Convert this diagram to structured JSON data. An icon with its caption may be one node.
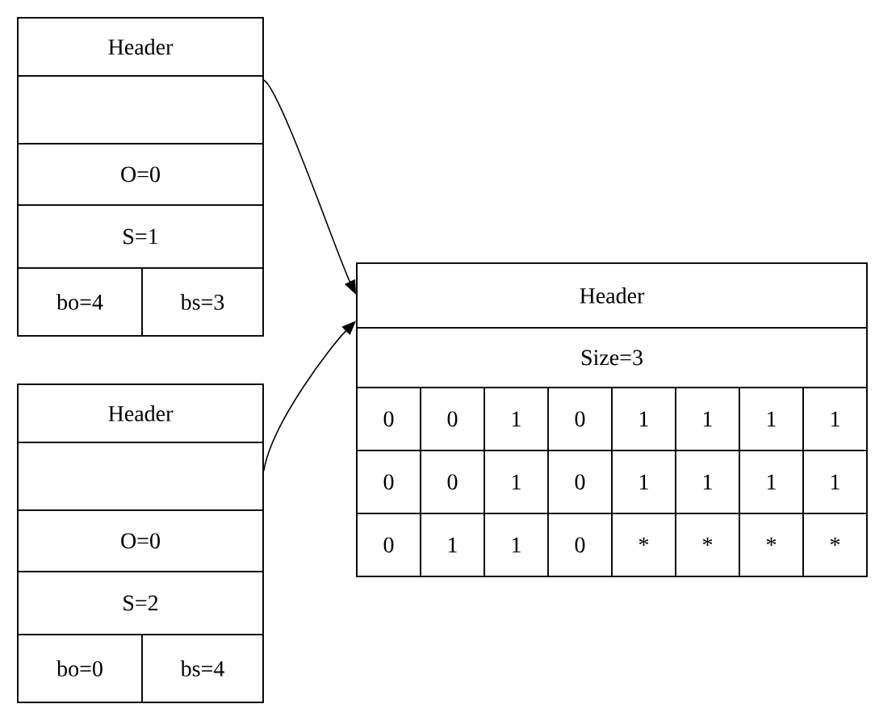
{
  "diagram": {
    "nodes": [
      {
        "text": [],
        "shape": "box"
      },
      {
        "text": [
          "Header"
        ],
        "in": 0
      },
      {
        "text": [],
        "shape": "box",
        "in": 0
      },
      {
        "text": [
          "O=0"
        ],
        "in": 0
      },
      {
        "text": [
          "S=1"
        ],
        "in": 0
      },
      {
        "text": [
          "bo=4"
        ],
        "in": 0
      },
      {
        "text": [
          "bs=3"
        ],
        "in": 0
      },
      {
        "text": [],
        "shape": "box"
      },
      {
        "text": [
          "Header"
        ],
        "in": 7
      },
      {
        "text": [],
        "shape": "box",
        "in": 7
      },
      {
        "text": [
          "O=0"
        ],
        "in": 7
      },
      {
        "text": [
          "S=2"
        ],
        "in": 7
      },
      {
        "text": [
          "bo=0"
        ],
        "in": 7
      },
      {
        "text": [
          "bs=4"
        ],
        "in": 7
      },
      {
        "text": [],
        "shape": "box"
      },
      {
        "text": [
          "Header"
        ],
        "in": 14
      },
      {
        "text": [
          "Size=3"
        ],
        "in": 14
      },
      {
        "text": [
          "0"
        ],
        "in": 14
      },
      {
        "text": [
          "0"
        ],
        "in": 14
      },
      {
        "text": [
          "1"
        ],
        "in": 14
      },
      {
        "text": [
          "0"
        ],
        "in": 14
      },
      {
        "text": [
          "1"
        ],
        "in": 14
      },
      {
        "text": [
          "1"
        ],
        "in": 14
      },
      {
        "text": [
          "1"
        ],
        "in": 14
      },
      {
        "text": [
          "1"
        ],
        "in": 14
      },
      {
        "text": [
          "0"
        ],
        "in": 14
      },
      {
        "text": [
          "0"
        ],
        "in": 14
      },
      {
        "text": [
          "1"
        ],
        "in": 14
      },
      {
        "text": [
          "0"
        ],
        "in": 14
      },
      {
        "text": [
          "1"
        ],
        "in": 14
      },
      {
        "text": [
          "1"
        ],
        "in": 14
      },
      {
        "text": [
          "1"
        ],
        "in": 14
      },
      {
        "text": [
          "1"
        ],
        "in": 14
      },
      {
        "text": [
          "0"
        ],
        "in": 14
      },
      {
        "text": [
          "1"
        ],
        "in": 14
      },
      {
        "text": [
          "1"
        ],
        "in": 14
      },
      {
        "text": [
          "0"
        ],
        "in": 14
      },
      {
        "text": [
          "*"
        ],
        "in": 14
      },
      {
        "text": [
          "*"
        ],
        "in": 14
      },
      {
        "text": [
          "*"
        ],
        "in": 14
      },
      {
        "text": [
          "*"
        ],
        "in": 14
      }
    ],
    "edges": [
      {
        "from": 2,
        "to": 14,
        "arrow": "to"
      },
      {
        "from": 9,
        "to": 14,
        "arrow": "to"
      }
    ]
  }
}
